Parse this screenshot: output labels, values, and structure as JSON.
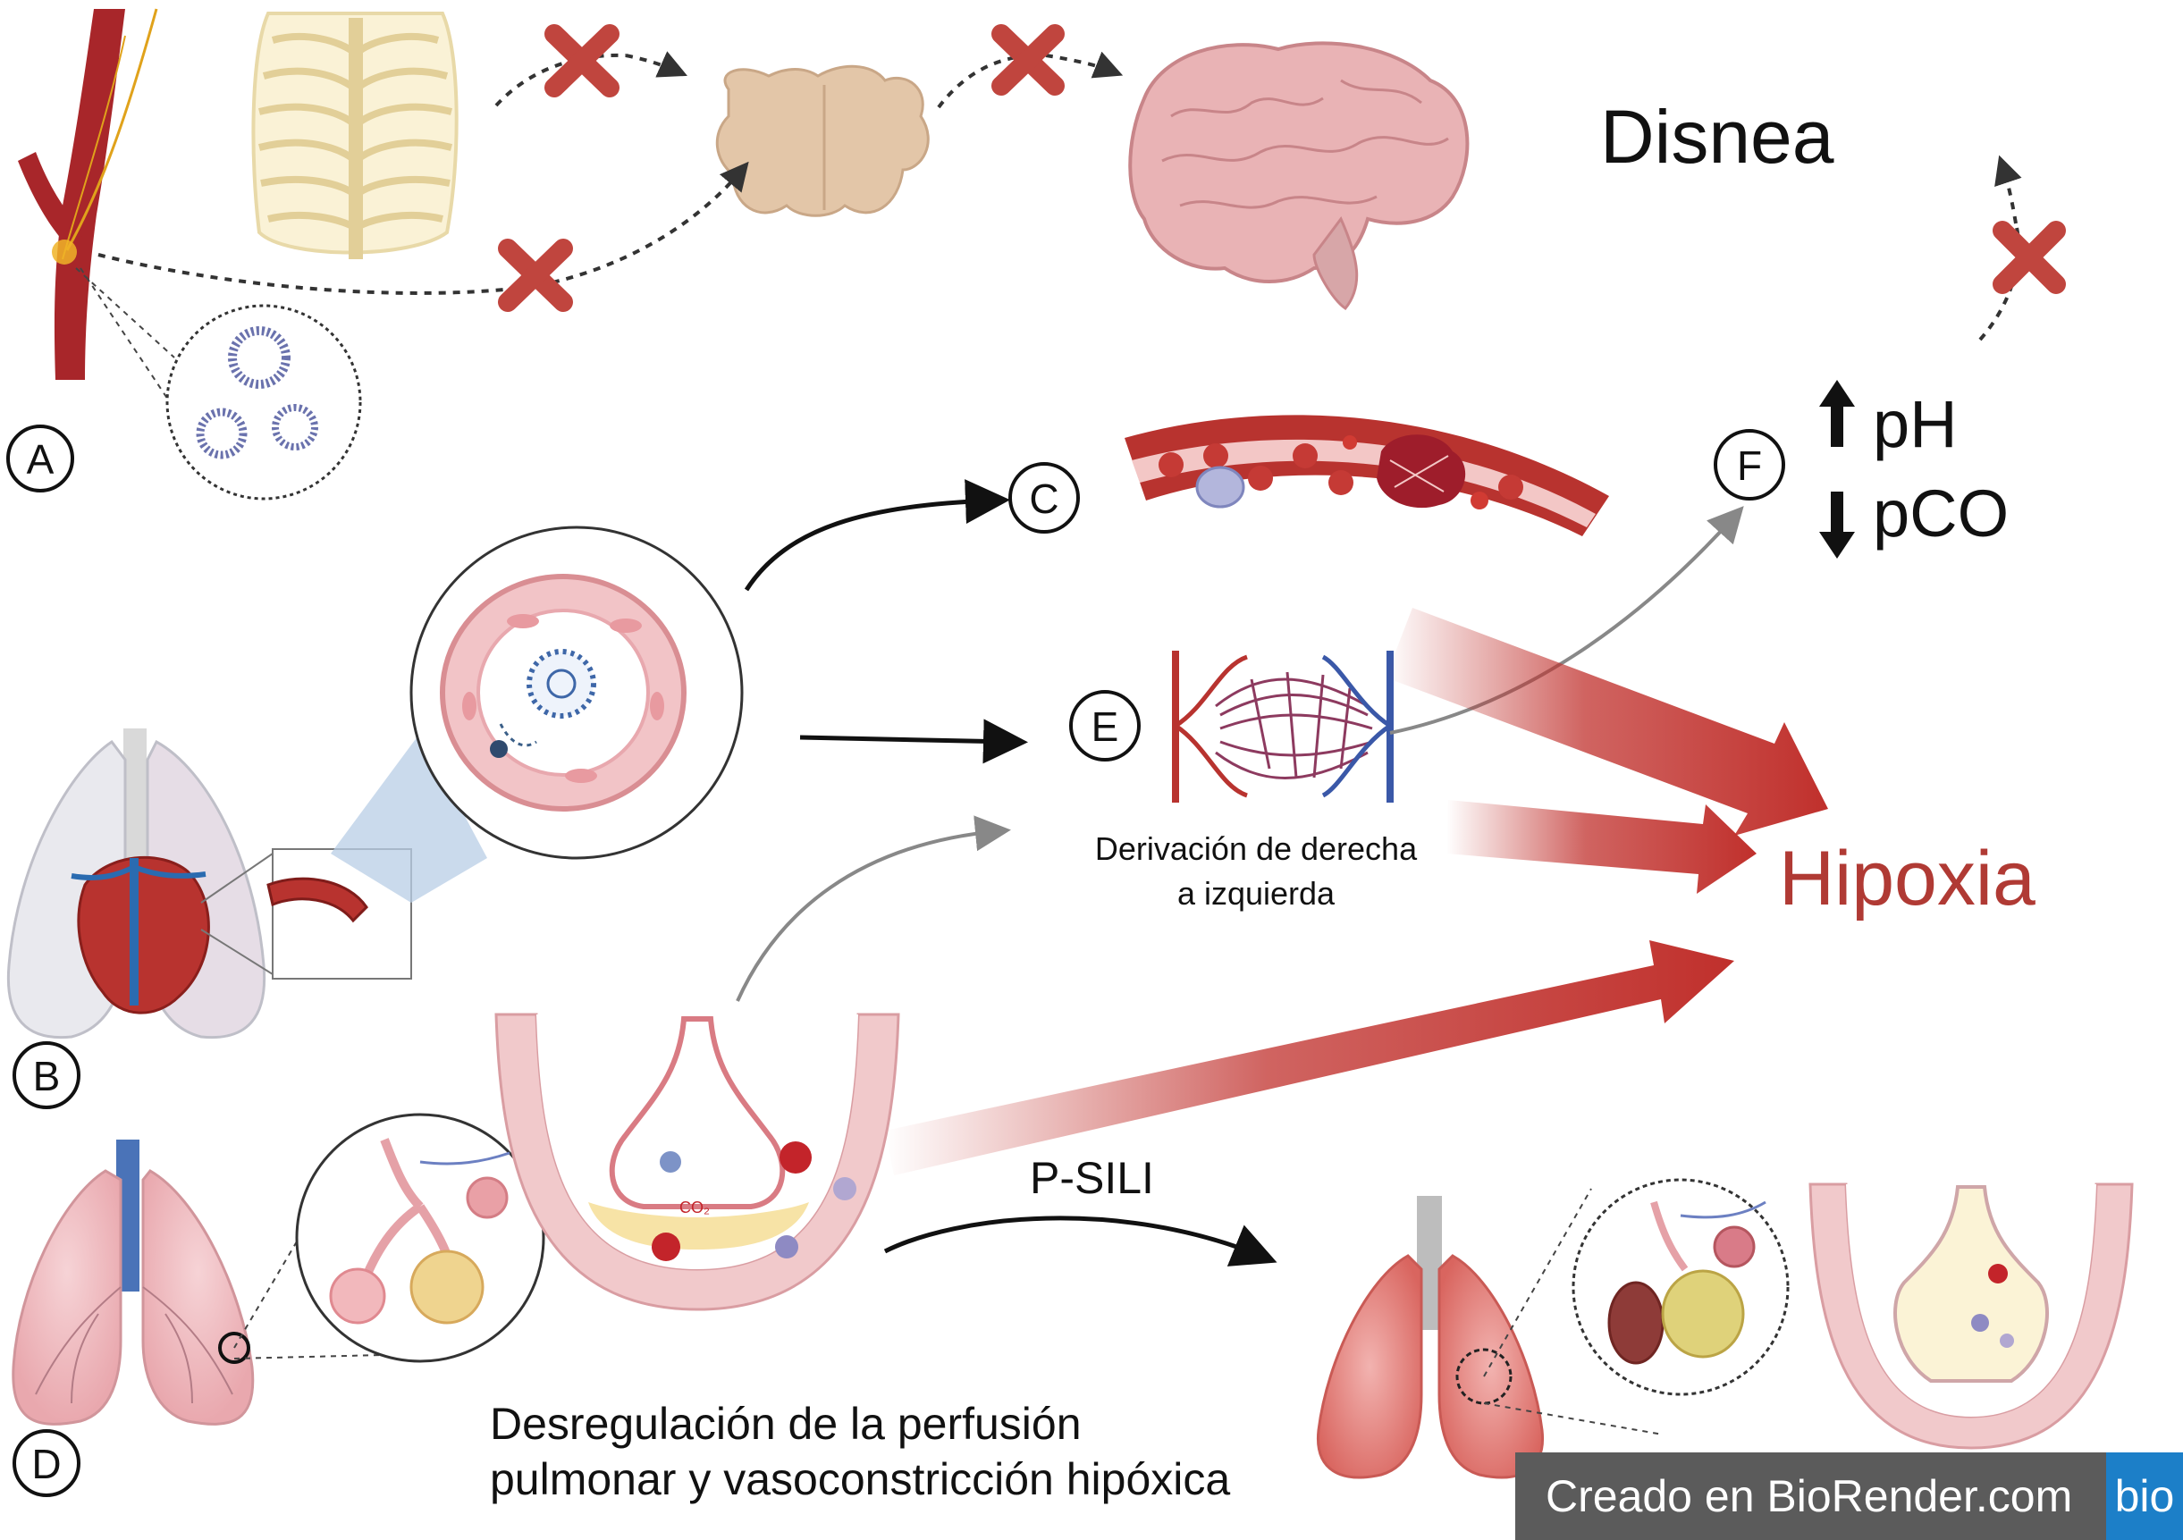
{
  "labels": {
    "a": "A",
    "b": "B",
    "c": "C",
    "d": "D",
    "e": "E",
    "f": "F"
  },
  "dyspnea": "Disnea",
  "hypoxia": "Hipoxia",
  "shunt": {
    "line1": "Derivación de derecha",
    "line2": "a izquierda"
  },
  "blood_gas": {
    "ph": "pH",
    "pco": "pCO"
  },
  "psili": "P-SILI",
  "caption": {
    "line1": "Desregulación de la perfusión",
    "line2": "pulmonar y vasoconstricción hipóxica"
  },
  "co2_label": "CO₂",
  "watermark": {
    "text": "Creado en BioRender.com",
    "badge": "bio"
  },
  "colors": {
    "hypoxia": "#b03a34",
    "arrow_red": "#c0302c",
    "blocked_x": "#c0453e",
    "watermark_bg": "#5b5b5b",
    "watermark_badge": "#1c7fc8"
  }
}
